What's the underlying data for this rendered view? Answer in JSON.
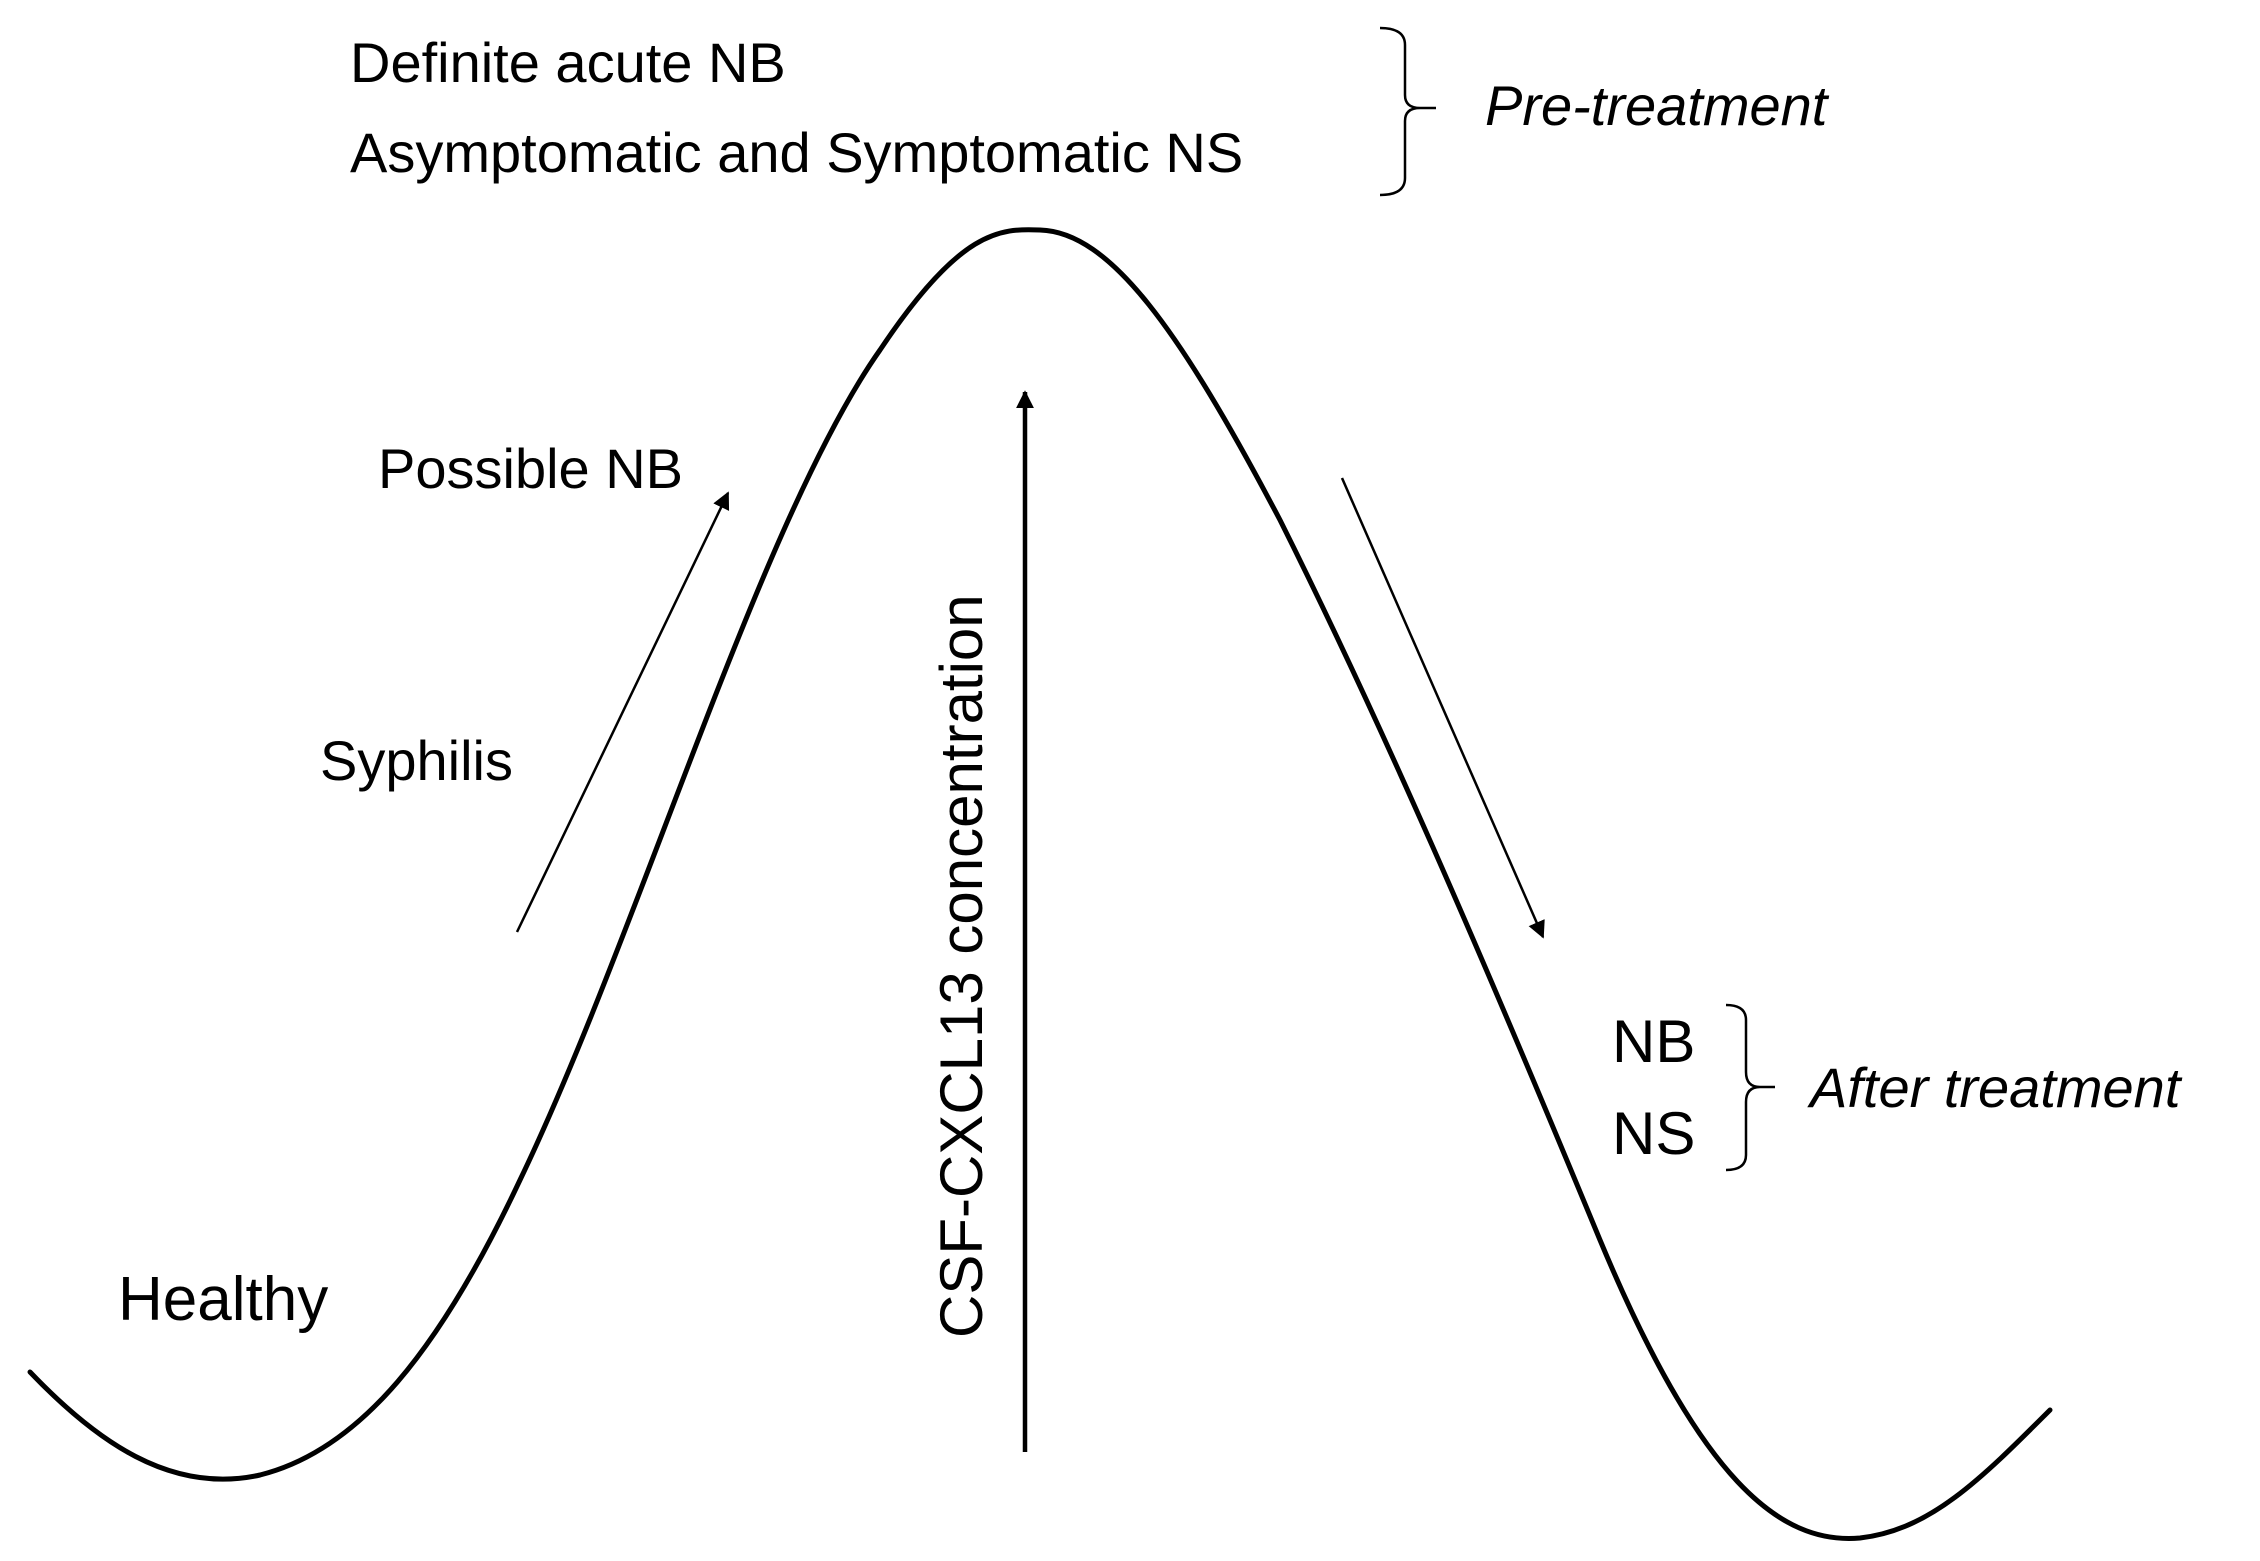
{
  "diagram": {
    "pre_treatment": {
      "items": [
        "Definite acute NB",
        "Asymptomatic and Symptomatic NS"
      ],
      "group_label": "Pre-treatment"
    },
    "possible_nb": "Possible NB",
    "syphilis": "Syphilis",
    "healthy": "Healthy",
    "axis_label": "CSF-CXCL13 concentration",
    "after_treatment": {
      "items": [
        "NB",
        "NS"
      ],
      "group_label": "After treatment"
    }
  }
}
